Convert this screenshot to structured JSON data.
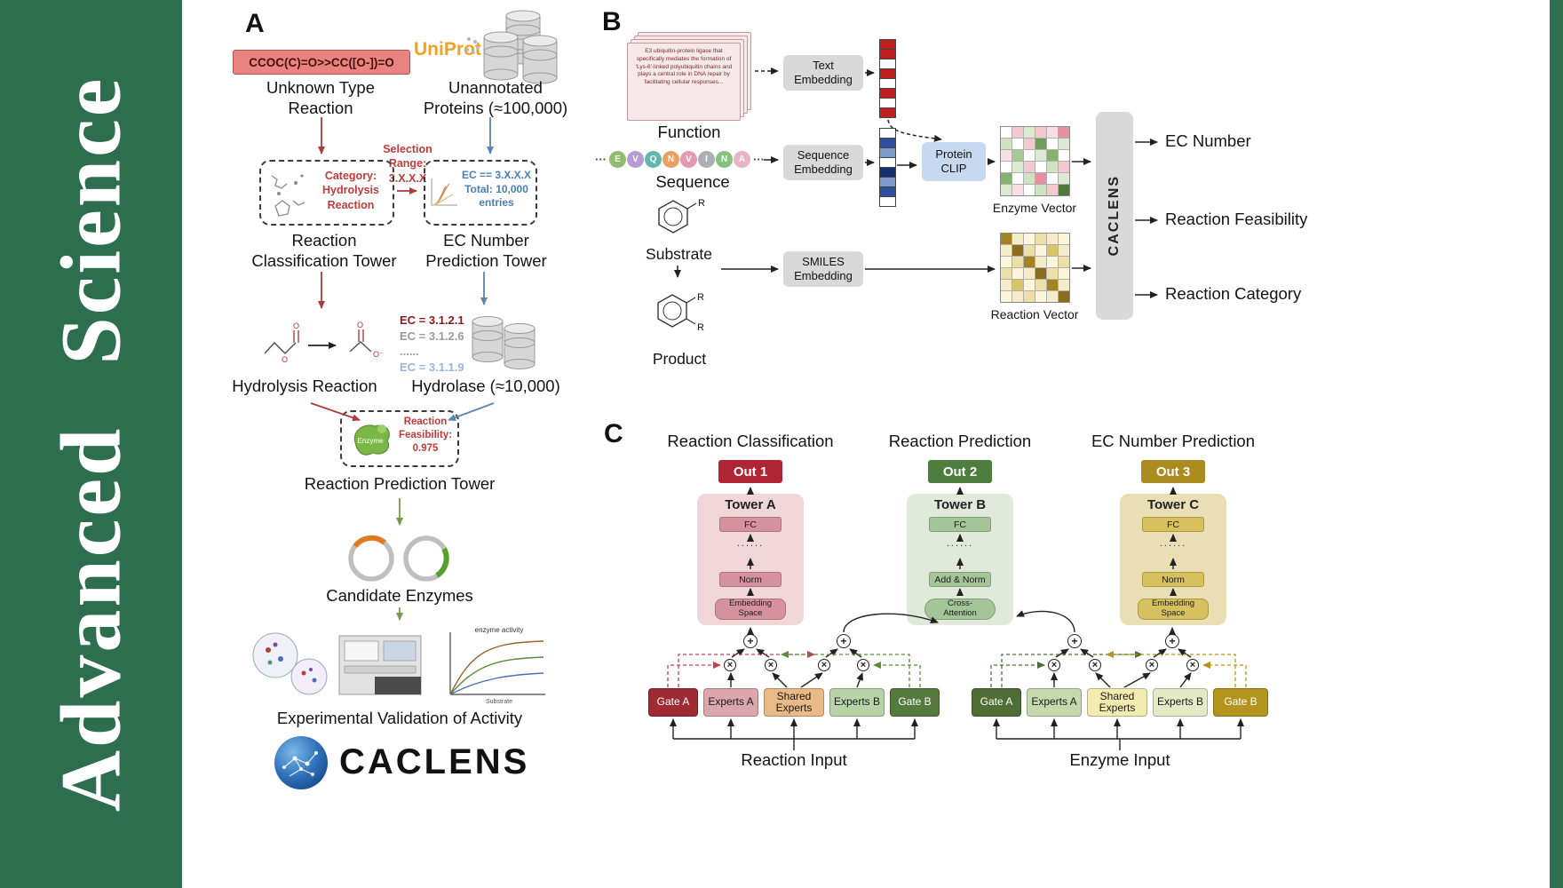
{
  "journal": {
    "name": "Advanced Science"
  },
  "panelA": {
    "label": "A",
    "smiles": "CCOC(C)=O>>CC([O-])=O",
    "unknownReaction": "Unknown Type\nReaction",
    "uniprot": "UniProt",
    "unannotated": "Unannotated\nProteins (≈100,000)",
    "selectionRange": "Selection\nRange:\n3.X.X.X",
    "category": "Category:\nHydrolysis\nReaction",
    "ecCondition": "EC == 3.X.X.X\nTotal: 10,000\nentries",
    "classificationTower": "Reaction\nClassification Tower",
    "ecTower": "EC Number\nPrediction Tower",
    "ecList": [
      "EC = 3.1.2.1",
      "EC = 3.1.2.6",
      "......",
      "EC = 3.1.1.9"
    ],
    "hydrolysisReaction": "Hydrolysis Reaction",
    "hydrolase": "Hydrolase (≈10,000)",
    "enzymeBlob": "Enzyme",
    "feasibility": "Reaction\nFeasibility:\n0.975",
    "predictionTower": "Reaction Prediction Tower",
    "candidateEnzymes": "Candidate Enzymes",
    "validation": "Experimental Validation of Activity",
    "graphTitle": "enzyme activity",
    "graphXLabel": "Substrate",
    "logoText": "CACLENS"
  },
  "panelB": {
    "label": "B",
    "functionText": "E3 ubiquitin-protein ligase that specifically mediates the formation of 'Lys-6'-linked polyubiquitin chains and plays a central role in DNA repair by facilitating cellular responses...",
    "functionLabel": "Function",
    "ellipsis": "···",
    "sequence": [
      "E",
      "V",
      "Q",
      "N",
      "V",
      "I",
      "N",
      "A"
    ],
    "sequenceColors": [
      "#8fbc6f",
      "#b79bd4",
      "#62b8ad",
      "#e8a163",
      "#e39bb1",
      "#aab0b6",
      "#85c27f",
      "#e8b5c4"
    ],
    "sequenceLabel": "Sequence",
    "substrateLabel": "Substrate",
    "productLabel": "Product",
    "rGroup": "R",
    "textEmbedding": "Text\nEmbedding",
    "sequenceEmbedding": "Sequence\nEmbedding",
    "smilesEmbedding": "SMILES\nEmbedding",
    "proteinClip": "Protein\nCLIP",
    "enzymeVectorLabel": "Enzyme Vector",
    "reactionVectorLabel": "Reaction Vector",
    "caclensLabel": "CACLENS",
    "outputs": [
      "EC Number",
      "Reaction Feasibility",
      "Reaction Category"
    ],
    "textVector": [
      "#c01f1f",
      "#c01f1f",
      "#ffffff",
      "#c01f1f",
      "#ffffff",
      "#c01f1f",
      "#ffffff",
      "#c01f1f"
    ],
    "seqVector": [
      "#ffffff",
      "#2e4f9e",
      "#7e9ccc",
      "#ffffff",
      "#16306e",
      "#7e9ccc",
      "#2e4f9e",
      "#ffffff"
    ],
    "enzymeMatrix": [
      "#ffffff",
      "#f3c9d0",
      "#dcead2",
      "#f3c9d0",
      "#f8dfe3",
      "#e890a1",
      "#cfe3c0",
      "#ffffff",
      "#f3c9d0",
      "#6f9e58",
      "#ffffff",
      "#dcead2",
      "#f8dfe3",
      "#a9c896",
      "#ffffff",
      "#dcead2",
      "#86b36b",
      "#ffffff",
      "#ffffff",
      "#dcead2",
      "#f3c9d0",
      "#ffffff",
      "#cfe3c0",
      "#f3c9d0",
      "#86b36b",
      "#ffffff",
      "#cfe3c0",
      "#e890a1",
      "#ffffff",
      "#dcead2",
      "#dcead2",
      "#f8dfe3",
      "#ffffff",
      "#cfe3c0",
      "#f3c9d0",
      "#4f7a3a"
    ],
    "reactionMatrix": [
      "#a5841f",
      "#f5ecca",
      "#fdf6dd",
      "#ece0a8",
      "#f5ecca",
      "#fdf6dd",
      "#f5ecca",
      "#8a6d1c",
      "#ece0a8",
      "#fdf6dd",
      "#d9c468",
      "#f5ecca",
      "#fdf6dd",
      "#ece0a8",
      "#a5841f",
      "#f5ecca",
      "#fdf6dd",
      "#ece0a8",
      "#ece0a8",
      "#fdf6dd",
      "#f5ecca",
      "#8a6d1c",
      "#ece0a8",
      "#fdf6dd",
      "#f5ecca",
      "#d9c468",
      "#fdf6dd",
      "#ece0a8",
      "#a5841f",
      "#f5ecca",
      "#fdf6dd",
      "#f5ecca",
      "#ece0a8",
      "#fdf6dd",
      "#f5ecca",
      "#8a6d1c"
    ]
  },
  "panelC": {
    "label": "C",
    "plusSymbol": "+",
    "timesSymbol": "×",
    "towers": [
      {
        "title": "Reaction Classification",
        "out": "Out 1",
        "name": "Tower A",
        "fc": "FC",
        "dots": "......",
        "norm": "Norm",
        "base": "Embedding\nSpace"
      },
      {
        "title": "Reaction Prediction",
        "out": "Out 2",
        "name": "Tower B",
        "fc": "FC",
        "dots": "......",
        "norm": "Add & Norm",
        "base": "Cross-\nAttention"
      },
      {
        "title": "EC Number Prediction",
        "out": "Out 3",
        "name": "Tower C",
        "fc": "FC",
        "dots": "......",
        "norm": "Norm",
        "base": "Embedding\nSpace"
      }
    ],
    "leftGroup": [
      "Gate A",
      "Experts A",
      "Shared\nExperts",
      "Experts B",
      "Gate B"
    ],
    "rightGroup": [
      "Gate A",
      "Experts A",
      "Shared\nExperts",
      "Experts B",
      "Gate B"
    ],
    "reactionInput": "Reaction Input",
    "enzymeInput": "Enzyme Input"
  }
}
